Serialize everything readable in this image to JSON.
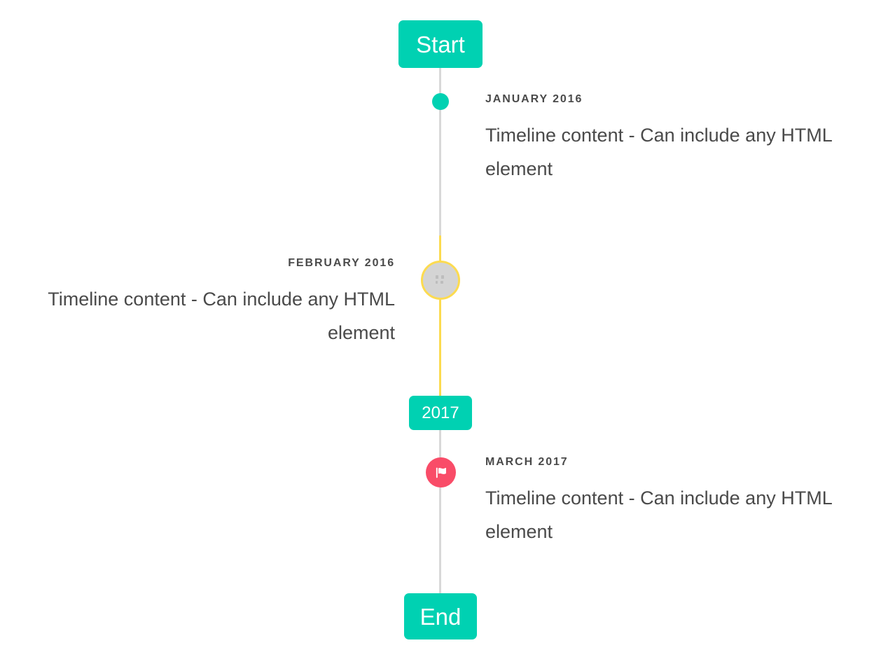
{
  "theme": {
    "accent_teal": "#00d1b2",
    "accent_yellow": "#fcdb50",
    "accent_pink": "#f94c68",
    "line_gray": "#d8d8d8",
    "marker_gray": "#d4d4d4",
    "text_gray": "#4a4a4a",
    "background": "#ffffff"
  },
  "timeline": {
    "start_badge": "Start",
    "year_badge": "2017",
    "end_badge": "End",
    "entries": [
      {
        "id": "january-2016",
        "label": "JANUARY 2016",
        "body": "Timeline content - Can include any HTML element",
        "side": "right",
        "marker": "filled-dot",
        "marker_icon": "dot-icon"
      },
      {
        "id": "february-2016",
        "label": "FEBRUARY 2016",
        "body": "Timeline content - Can include any HTML element",
        "side": "left",
        "marker": "outlined-ring",
        "marker_icon": "image-placeholder-icon"
      },
      {
        "id": "march-2017",
        "label": "MARCH 2017",
        "body": "Timeline content - Can include any HTML element",
        "side": "right",
        "marker": "filled-circle",
        "marker_icon": "flag-icon"
      }
    ]
  }
}
